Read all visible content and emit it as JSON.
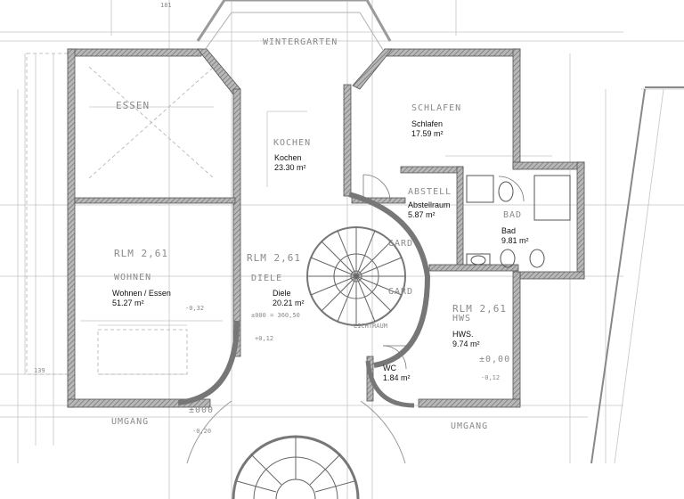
{
  "rooms": [
    {
      "name": "Kochen",
      "area": "23.30 m²"
    },
    {
      "name": "Schlafen",
      "area": "17.59 m²"
    },
    {
      "name": "Abstellraum",
      "area": "5.87 m²"
    },
    {
      "name": "Bad",
      "area": "9.81 m²"
    },
    {
      "name": "Wohnen / Essen",
      "area": "51.27 m²"
    },
    {
      "name": "Diele",
      "area": "20.21 m²"
    },
    {
      "name": "HWS.",
      "area": "9.74 m²"
    },
    {
      "name": "WC",
      "area": "1.84 m²"
    }
  ],
  "drawing_labels": {
    "wintergarten": "WINTERGARTEN",
    "essen": "ESSEN",
    "kochen": "KOCHEN",
    "schlafen": "SCHLAFEN",
    "abstell": "ABSTELL",
    "bad": "BAD",
    "rlm_wohnen": "RLM 2,61",
    "wohnen": "WOHNEN",
    "rlm_diele": "RLM 2,61",
    "diele": "DIELE",
    "garderobe_top": "GARD",
    "garderobe_bottom": "GARD",
    "rlm_hws": "RLM 2,61",
    "hws": "HWS",
    "umgang_left": "UMGANG",
    "umgang_right": "UMGANG",
    "level_zero": "±000",
    "level_hws": "±0,00",
    "level_minus_012": "-0,12",
    "level_minus_020": "-0,20",
    "level_plus_012": "+0,12",
    "level_minus_032": "-0,32",
    "dim_36050": "±000 = 360,50",
    "dim_181": "181",
    "dim_139": "139",
    "lichtraum": "LICHTRAUM"
  },
  "colors": {
    "wall": "#9a9a9a",
    "wall_outline": "#555555",
    "dimension": "#b5b5b5",
    "text": "#111111"
  }
}
